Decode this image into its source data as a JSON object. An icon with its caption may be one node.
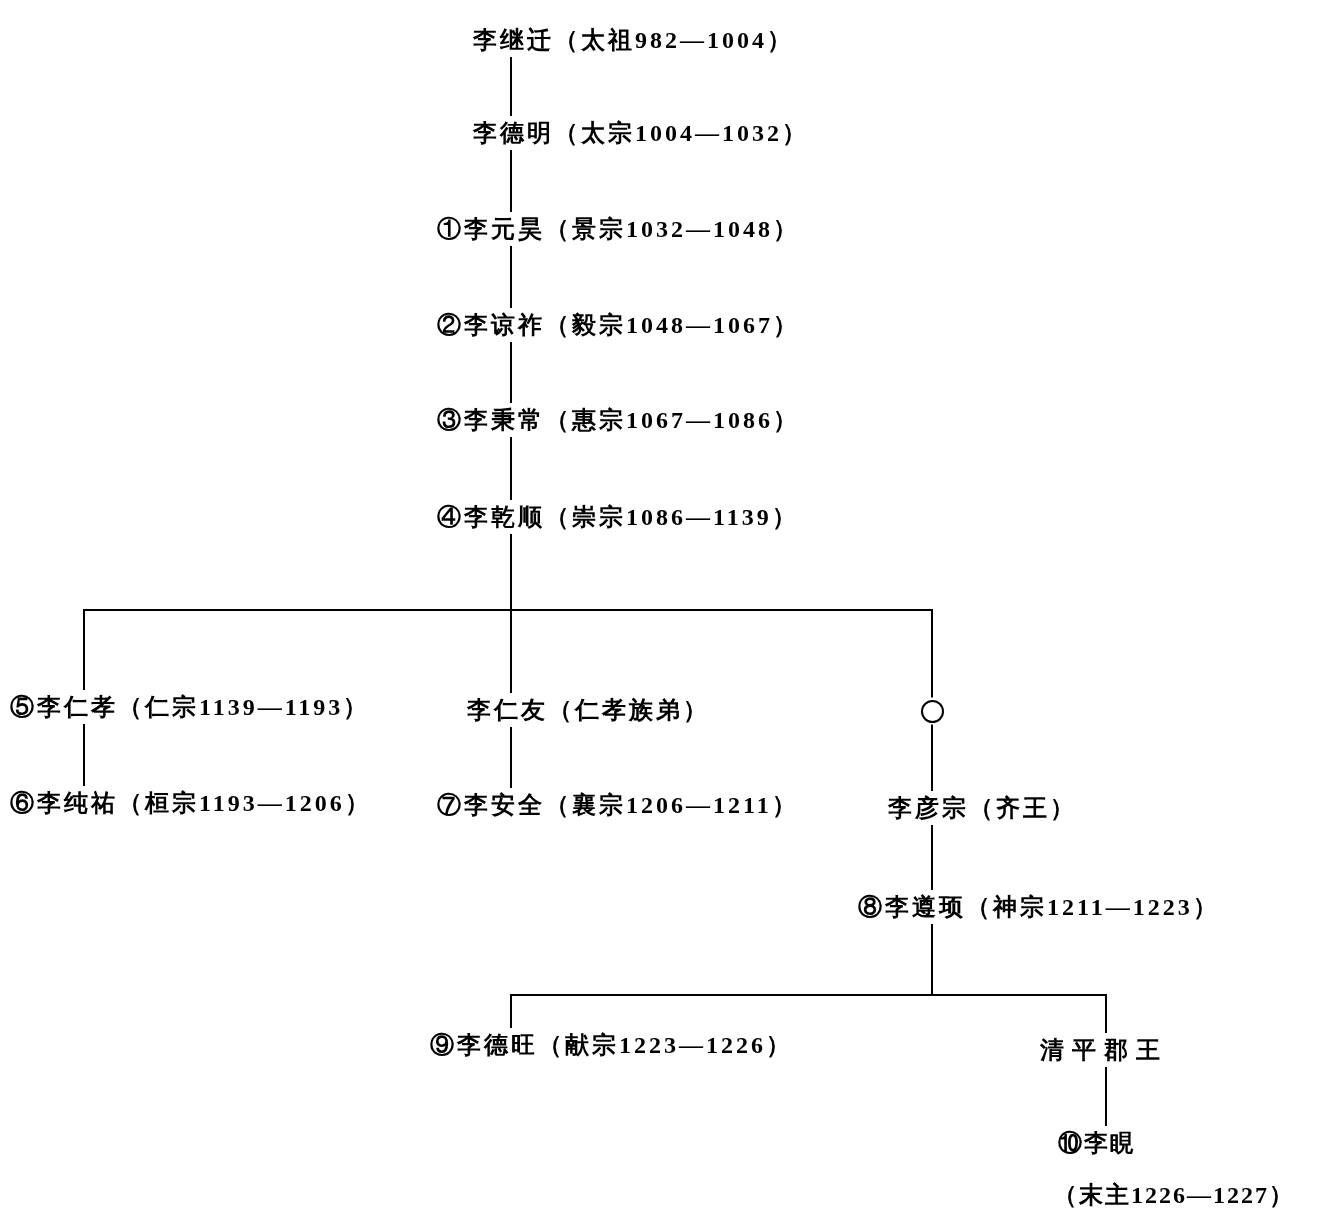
{
  "diagram": {
    "nodes": [
      {
        "text": [
          "李继迁（太祖982—1004）"
        ]
      },
      {
        "text": [
          "李德明（太宗1004—1032）"
        ]
      },
      {
        "text": [
          "①李元昊（景宗1032—1048）"
        ]
      },
      {
        "text": [
          "②李谅祚（毅宗1048—1067）"
        ]
      },
      {
        "text": [
          "③李秉常（惠宗1067—1086）"
        ]
      },
      {
        "text": [
          "④李乾顺（崇宗1086—1139）"
        ]
      },
      {
        "text": [
          "⑤李仁孝（仁宗1139—1193）"
        ]
      },
      {
        "text": [
          "李仁友（仁孝族弟）"
        ]
      },
      {
        "text": [],
        "shape": "circle"
      },
      {
        "text": [
          "⑥李纯祐（桓宗1193—1206）"
        ]
      },
      {
        "text": [
          "⑦李安全（襄宗1206—1211）"
        ]
      },
      {
        "text": [
          "李彦宗（齐王）"
        ]
      },
      {
        "text": [
          "⑧李遵顼（神宗1211—1223）"
        ]
      },
      {
        "text": [
          "⑨李德旺（献宗1223—1226）"
        ]
      },
      {
        "text": [
          "清平郡王"
        ]
      },
      {
        "text": [
          "⑩李睍",
          "（末主1226—1227）"
        ]
      }
    ],
    "edges": [
      {
        "from": 0,
        "to": 1,
        "arrow": "none"
      },
      {
        "from": 1,
        "to": 2,
        "arrow": "none"
      },
      {
        "from": 2,
        "to": 3,
        "arrow": "none"
      },
      {
        "from": 3,
        "to": 4,
        "arrow": "none"
      },
      {
        "from": 4,
        "to": 5,
        "arrow": "none"
      },
      {
        "from": 5,
        "to": 6,
        "arrow": "none"
      },
      {
        "from": 5,
        "to": 7,
        "arrow": "none"
      },
      {
        "from": 5,
        "to": 8,
        "arrow": "none"
      },
      {
        "from": 6,
        "to": 9,
        "arrow": "none"
      },
      {
        "from": 7,
        "to": 10,
        "arrow": "none"
      },
      {
        "from": 8,
        "to": 11,
        "arrow": "none"
      },
      {
        "from": 11,
        "to": 12,
        "arrow": "none"
      },
      {
        "from": 12,
        "to": 13,
        "arrow": "none"
      },
      {
        "from": 12,
        "to": 14,
        "arrow": "none"
      },
      {
        "from": 14,
        "to": 15,
        "arrow": "none"
      }
    ]
  }
}
